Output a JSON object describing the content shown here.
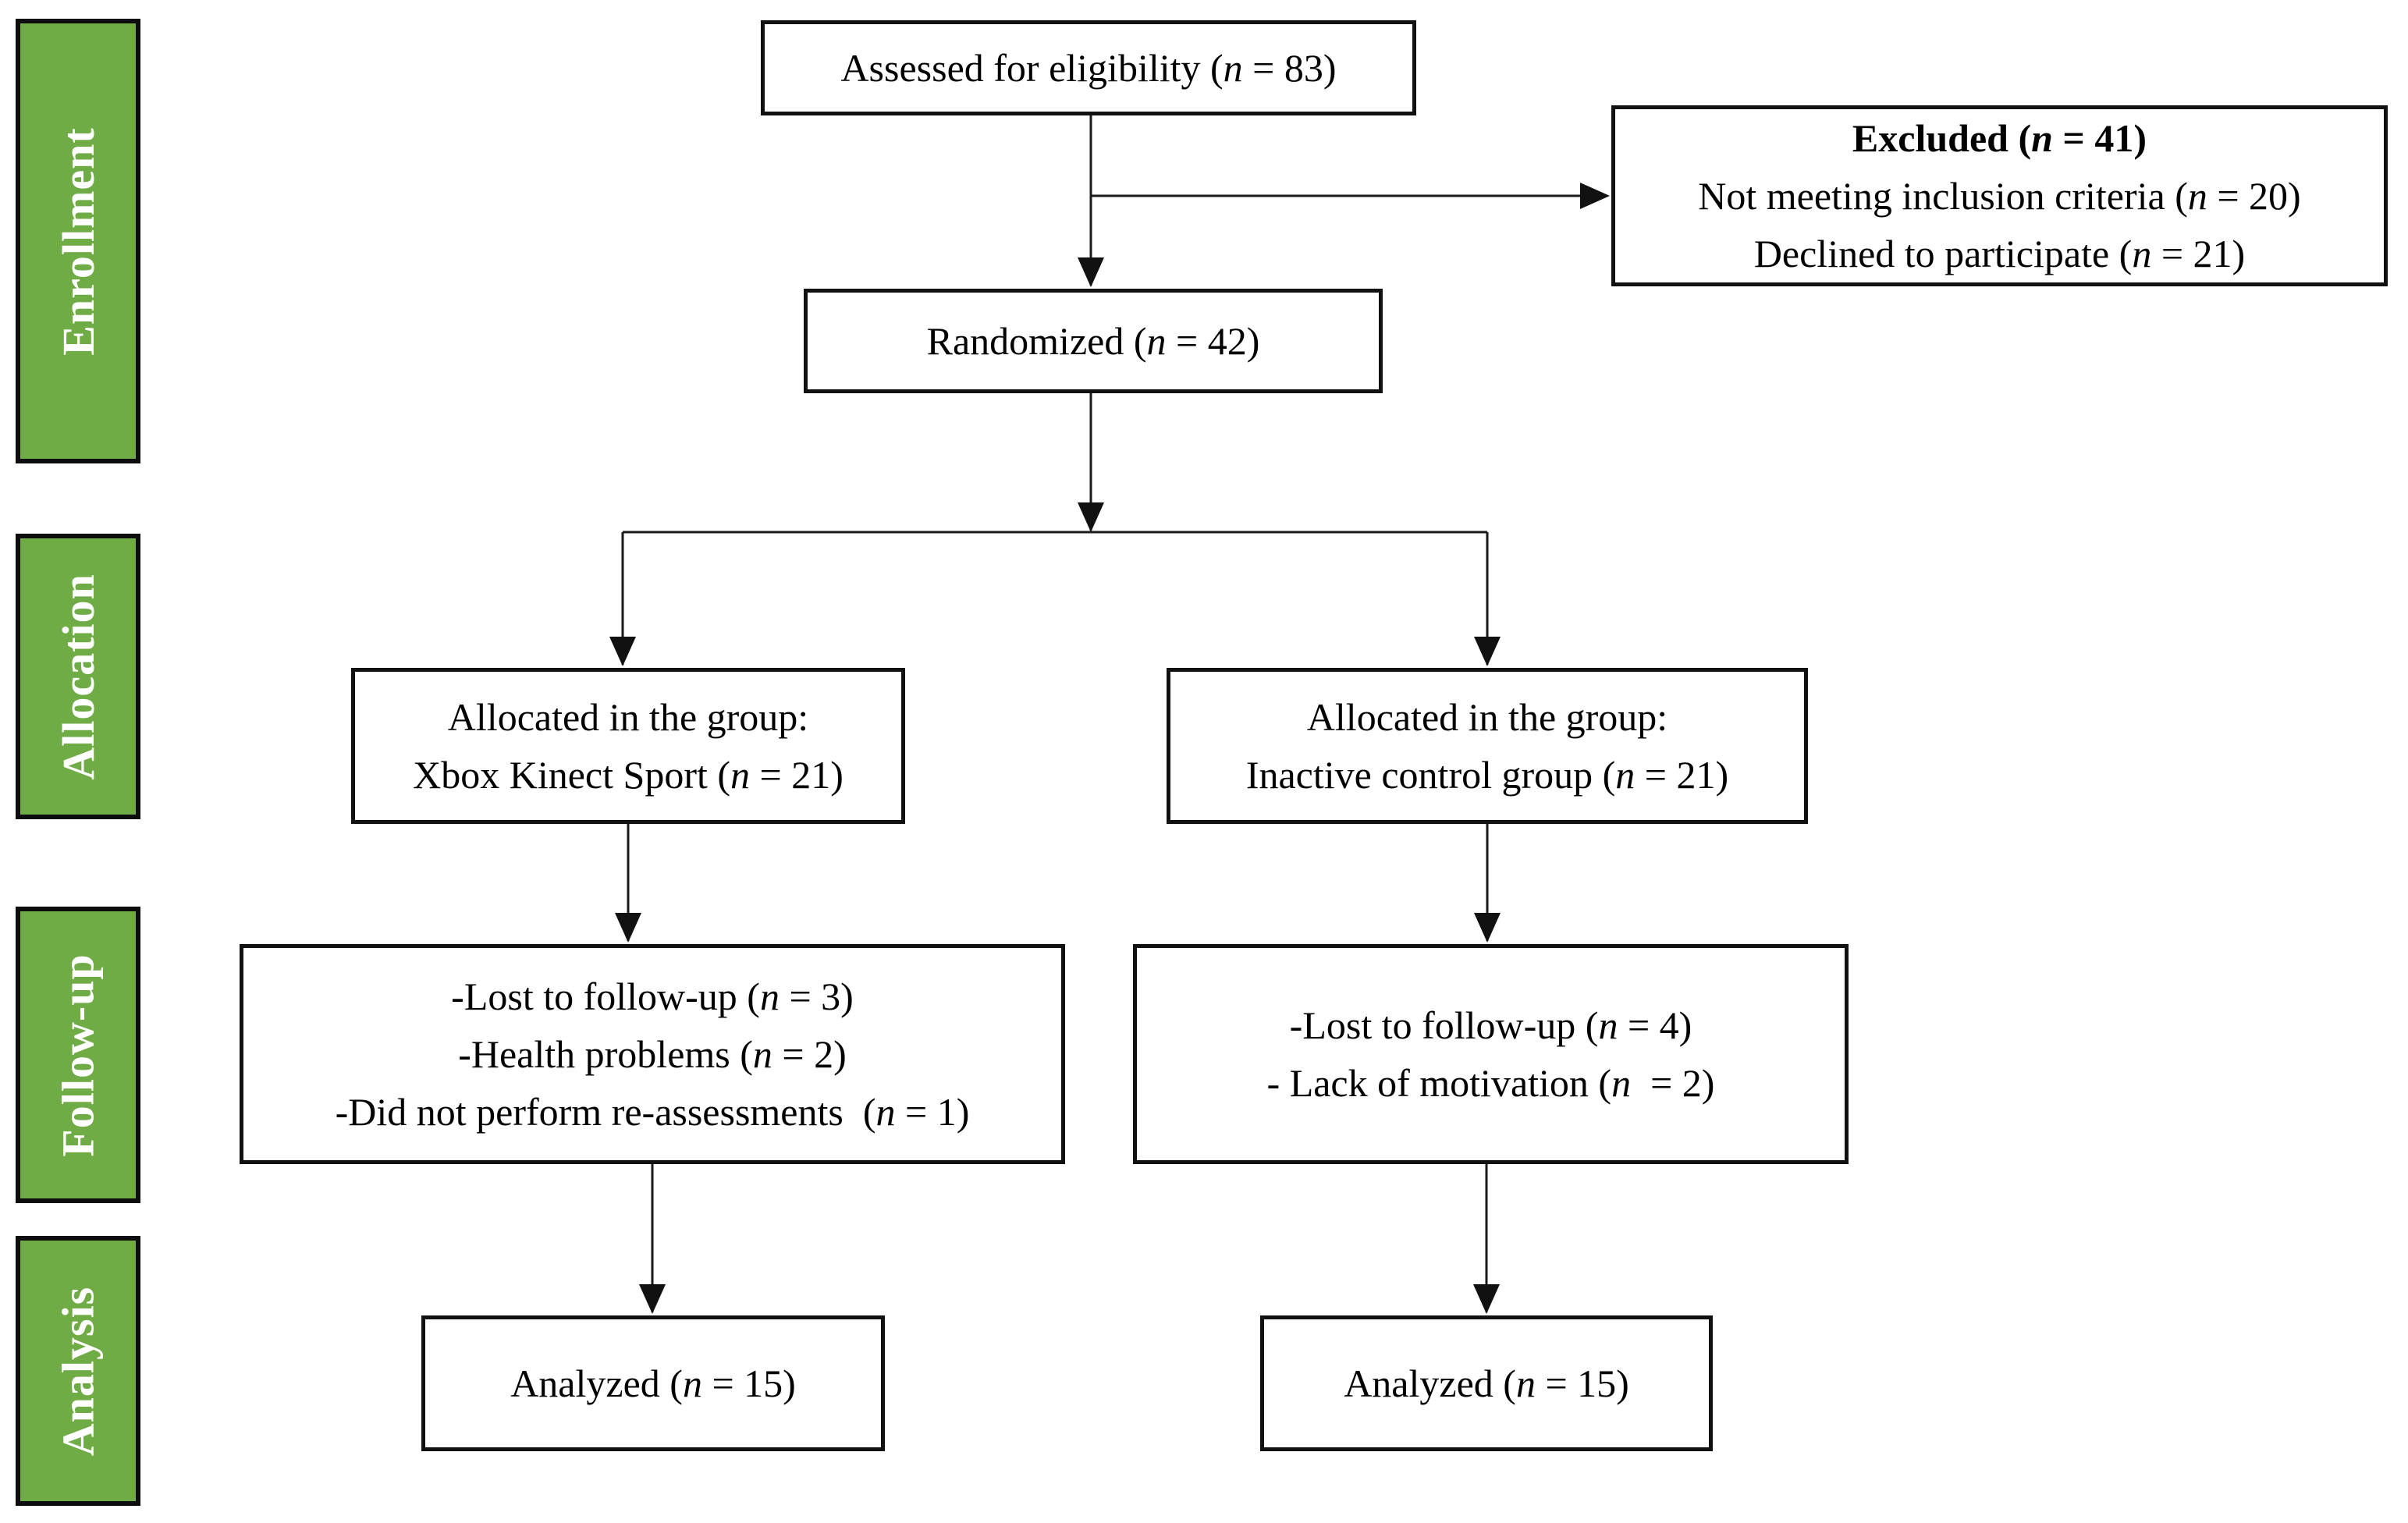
{
  "colors": {
    "stage_fill": "#6FAC46",
    "stage_text": "#FFFFFF",
    "box_background": "#FFFFFF",
    "line_color": "#111111"
  },
  "stages": [
    {
      "label": "Enrollment"
    },
    {
      "label": "Allocation"
    },
    {
      "label": "Follow-up"
    },
    {
      "label": "Analysis"
    }
  ],
  "boxes": {
    "assessed": {
      "lines": [
        {
          "pre": "Assessed for eligibility (",
          "n": "n",
          "post": " = 83)"
        }
      ]
    },
    "excluded": {
      "lines": [
        {
          "pre": "Excluded (",
          "n": "n",
          "post": " = 41)"
        },
        {
          "pre": "Not meeting inclusion criteria (",
          "n": "n",
          "post": " = 20)"
        },
        {
          "pre": "Declined to participate (",
          "n": "n",
          "post": " = 21)"
        }
      ]
    },
    "randomized": {
      "lines": [
        {
          "pre": "Randomized (",
          "n": "n",
          "post": " = 42)"
        }
      ]
    },
    "allocation_left": {
      "lines": [
        {
          "pre": "Allocated in the group:",
          "n": "",
          "post": ""
        },
        {
          "pre": "Xbox Kinect Sport (",
          "n": "n",
          "post": " = 21)"
        }
      ]
    },
    "allocation_right": {
      "lines": [
        {
          "pre": "Allocated in the group:",
          "n": "",
          "post": ""
        },
        {
          "pre": "Inactive control group (",
          "n": "n",
          "post": " = 21)"
        }
      ]
    },
    "followup_left": {
      "lines": [
        {
          "pre": "-Lost to follow-up (",
          "n": "n",
          "post": " = 3)"
        },
        {
          "pre": "-Health problems (",
          "n": "n",
          "post": " = 2)"
        },
        {
          "pre": "-Did not perform re-assessments  (",
          "n": "n",
          "post": " = 1)"
        }
      ]
    },
    "followup_right": {
      "lines": [
        {
          "pre": "-Lost to follow-up (",
          "n": "n",
          "post": " = 4)"
        },
        {
          "pre": "- Lack of motivation (",
          "n": "n",
          "post": "  = 2)"
        }
      ]
    },
    "analyzed_left": {
      "lines": [
        {
          "pre": "Analyzed (",
          "n": "n",
          "post": " = 15)"
        }
      ]
    },
    "analyzed_right": {
      "lines": [
        {
          "pre": "Analyzed (",
          "n": "n",
          "post": " = 15)"
        }
      ]
    }
  }
}
